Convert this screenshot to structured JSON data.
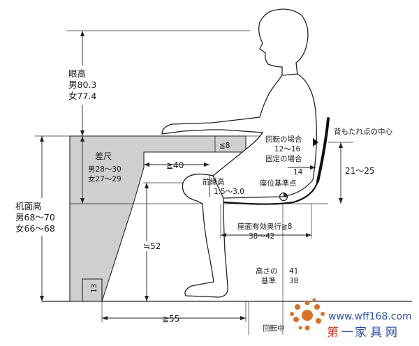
{
  "labels": {
    "eye_height": {
      "title": "眼高",
      "male": "男80.3",
      "female": "女77.4"
    },
    "desk_height": {
      "title": "机面高",
      "male": "男68～70",
      "female": "女66～68"
    },
    "sashaku": {
      "title": "差尺",
      "male": "男28～30",
      "female": "女27～29"
    },
    "le8": "≦8",
    "ge40": "≧40",
    "approx52": "≒52",
    "thirteen": "13",
    "ge55": "≧55",
    "front_edge": {
      "title": "前縁高",
      "value": "1.5～3.0"
    },
    "seat_ref": "座位基準点",
    "rotation_case": {
      "title": "回転の場合",
      "value": "12～16"
    },
    "fixed_case": "固定の場合",
    "fourteen": "14",
    "backrest_center": "背もたれ点の中心",
    "backrest_height": "21～25",
    "seat_depth": {
      "title": "座面有効奥行≧8",
      "value": "38～42"
    },
    "height_ref": {
      "title": "高さの",
      "title2": "基準",
      "v1": "41",
      "v2": "38"
    },
    "rotation_center": "回転中"
  },
  "watermark": {
    "url": "www.wff168.com",
    "brand_chars": [
      "第",
      "一",
      "家",
      "具",
      "网"
    ]
  },
  "colors": {
    "desk_fill": "#cfcfcf",
    "line": "#222222",
    "backrest": "#111111",
    "watermark_orange": "#d9702a",
    "watermark_blue": "#2a4fa8",
    "watermark_red": "#d23a2a"
  }
}
